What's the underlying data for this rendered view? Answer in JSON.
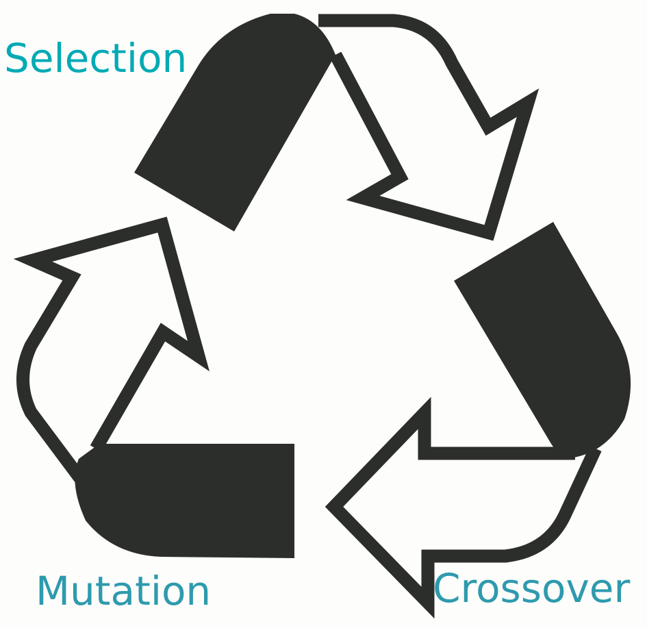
{
  "labels": {
    "selection": "Selection",
    "mutation": "Mutation",
    "crossover": "Crossover"
  },
  "colors": {
    "selection": "#00aab5",
    "mutation": "#2e9aae",
    "crossover": "#2e9aae",
    "arrows": "#2c2e2b"
  }
}
